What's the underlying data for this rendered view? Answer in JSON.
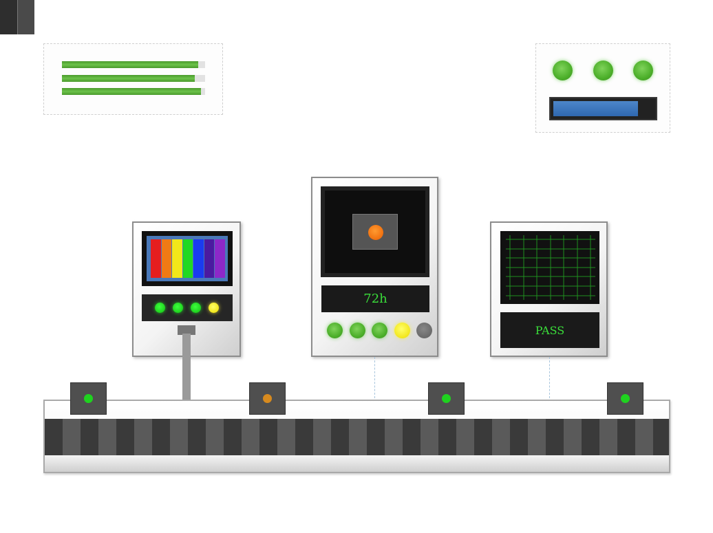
{
  "colors": {
    "led_green": "#4caf2a",
    "led_yellow": "#f2e61a",
    "led_grey": "#6a6a6a",
    "progress_blue": "#2f68b0",
    "readout_green": "#3adf3a",
    "sensor_green": "#1fd21f",
    "sensor_amber": "#d78a1e",
    "spectrum": [
      "#e61e1e",
      "#f07a14",
      "#f2e71a",
      "#22d822",
      "#1a3bf0",
      "#4b1aa0",
      "#8d28c8"
    ]
  },
  "status_bars": {
    "levels": [
      0.95,
      0.93,
      0.97
    ]
  },
  "status_panel": {
    "indicators": [
      "green",
      "green",
      "green"
    ],
    "progress": 0.85
  },
  "machine_left": {
    "spectrum_levels": [
      1,
      1,
      1,
      1,
      1,
      1,
      1
    ],
    "indicators": [
      "green",
      "green",
      "green",
      "yellow"
    ]
  },
  "machine_center": {
    "readout": "72h",
    "indicators": [
      "green",
      "green",
      "green",
      "yellow",
      "grey"
    ]
  },
  "machine_right": {
    "readout": "PASS"
  },
  "conveyor": {
    "sensors": [
      "green",
      "amber",
      "green",
      "green"
    ]
  }
}
